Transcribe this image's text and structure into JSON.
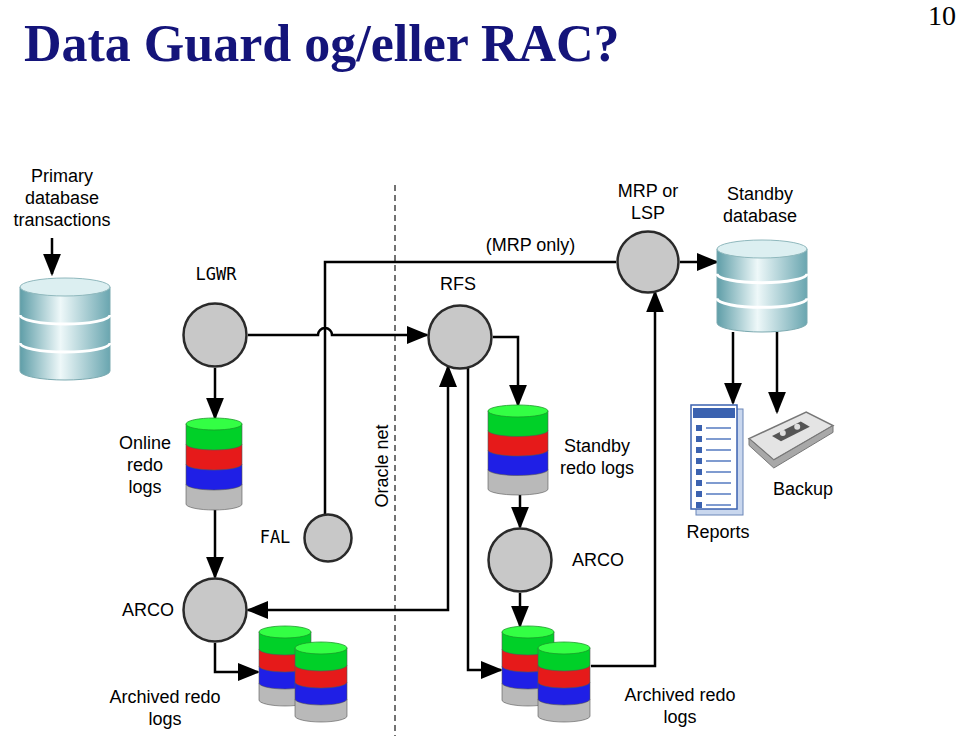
{
  "diagram": {
    "title": "Data Guard og/eller RAC?",
    "nodes": [
      {
        "text": [
          "Primary database transactions"
        ]
      },
      {
        "text": [
          "LGWR"
        ]
      },
      {
        "text": [
          "RFS"
        ]
      },
      {
        "text": [
          "MRP or LSP"
        ]
      },
      {
        "text": [
          "Standby database"
        ]
      },
      {
        "text": [
          "Online redo logs"
        ]
      },
      {
        "text": [
          "Standby redo logs"
        ]
      },
      {
        "text": [
          "Reports"
        ]
      },
      {
        "text": [
          "Backup"
        ]
      },
      {
        "text": [
          "FAL"
        ]
      },
      {
        "text": [
          "ARCO"
        ]
      },
      {
        "text": [
          "ARCO"
        ]
      },
      {
        "text": [
          "Archived redo logs"
        ]
      },
      {
        "text": [
          "Archived redo logs"
        ]
      }
    ],
    "edges": [
      {
        "from": 1,
        "to": 5,
        "arrow": "to"
      },
      {
        "from": 5,
        "to": 11,
        "arrow": "to"
      },
      {
        "from": 11,
        "to": 12,
        "arrow": "to"
      },
      {
        "from": 1,
        "to": 2,
        "arrow": "to"
      },
      {
        "from": 9,
        "to": 3,
        "label": "(MRP only)",
        "arrow": "none"
      },
      {
        "from": 2,
        "to": 6,
        "arrow": "to"
      },
      {
        "from": 2,
        "to": 13,
        "arrow": "to"
      },
      {
        "from": 11,
        "to": 2,
        "arrow": "both"
      },
      {
        "from": 6,
        "to": 10,
        "arrow": "to"
      },
      {
        "from": 10,
        "to": 13,
        "arrow": "to"
      },
      {
        "from": 13,
        "to": 3,
        "arrow": "to"
      },
      {
        "from": 3,
        "to": 4,
        "arrow": "to"
      },
      {
        "from": 4,
        "to": 7,
        "arrow": "to"
      },
      {
        "from": 4,
        "to": 8,
        "arrow": "to"
      }
    ],
    "labels": [
      "10",
      "Oracle net"
    ]
  }
}
